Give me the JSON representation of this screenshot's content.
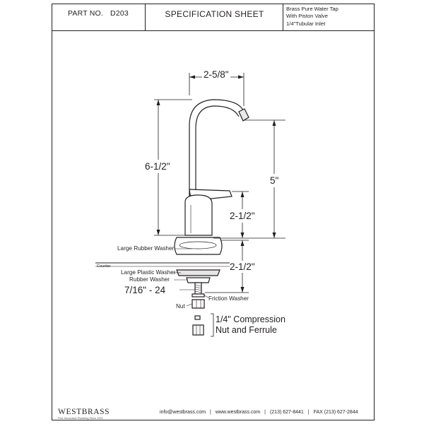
{
  "header": {
    "part_label": "PART NO.",
    "part_number": "D203",
    "title": "SPECIFICATION SHEET",
    "description_lines": [
      "Brass Pure Water Tap",
      "With Piston Valve",
      "1/4\"Tubular Inlet"
    ]
  },
  "dimensions": {
    "spout_reach": "2-5/8\"",
    "overall_height": "6-1/2\"",
    "spout_height": "5\"",
    "handle_height": "2-1/2\"",
    "shank_length": "2-1/2\"",
    "thread": "7/16\" - 24"
  },
  "parts": {
    "large_rubber_washer": "Large Rubber Washer",
    "counter": "Counter",
    "large_plastic_washer": "Large Plastic Washer",
    "rubber_washer": "Rubber Washer",
    "friction_washer": "Friction Washer",
    "nut": "Nut",
    "compression_line1": "1/4\" Compression",
    "compression_line2": "Nut and Ferrule"
  },
  "footer": {
    "brand": "WESTBRASS",
    "tagline": "Fine Decorative Plumbing Since 1933",
    "email": "info@westbrass.com",
    "website": "www.westbrass.com",
    "phone": "(213) 627-8441",
    "fax": "FAX (213) 627-2844",
    "separator": "|"
  }
}
